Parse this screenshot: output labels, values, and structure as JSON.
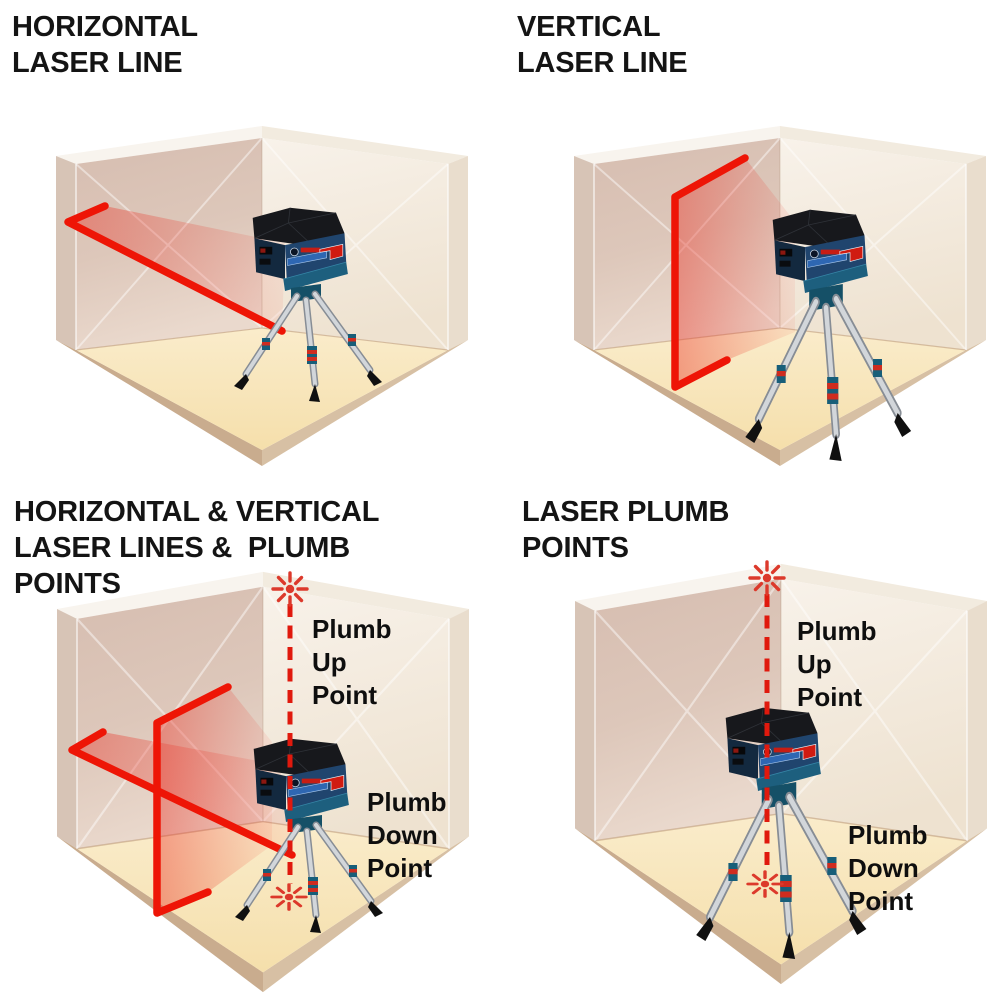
{
  "diagram": {
    "panels": [
      {
        "id": "horizontal-laser-line",
        "title": "HORIZONTAL\nLASER LINE"
      },
      {
        "id": "vertical-laser-line",
        "title": "VERTICAL\nLASER LINE"
      },
      {
        "id": "horizontal-vertical-lines-plumb-points",
        "title": "HORIZONTAL & VERTICAL\nLASER LINES &  PLUMB\nPOINTS",
        "plumb_up_label": "Plumb\nUp\nPoint",
        "plumb_down_label": "Plumb\nDown\nPoint"
      },
      {
        "id": "laser-plumb-points",
        "title": "LASER PLUMB\nPOINTS",
        "plumb_up_label": "Plumb\nUp\nPoint",
        "plumb_down_label": "Plumb\nDown\nPoint"
      }
    ],
    "icons": {
      "plumb_point": "laser-starburst-icon",
      "device": "laser-level-on-tripod"
    },
    "colors": {
      "laser_line_red": "#ee1506",
      "plumb_dash_red": "#e0190d",
      "starburst_red": "#dc392b",
      "device_body_blue": "#20456e",
      "bosch_logo_red": "#c71d14",
      "tripod_teal": "#175e79",
      "wall_left": "#d9c2b5",
      "wall_right": "#f4ede2",
      "floor": "#f8e7c0",
      "slab_tan": "#cdb294",
      "title_text": "#141414"
    }
  }
}
